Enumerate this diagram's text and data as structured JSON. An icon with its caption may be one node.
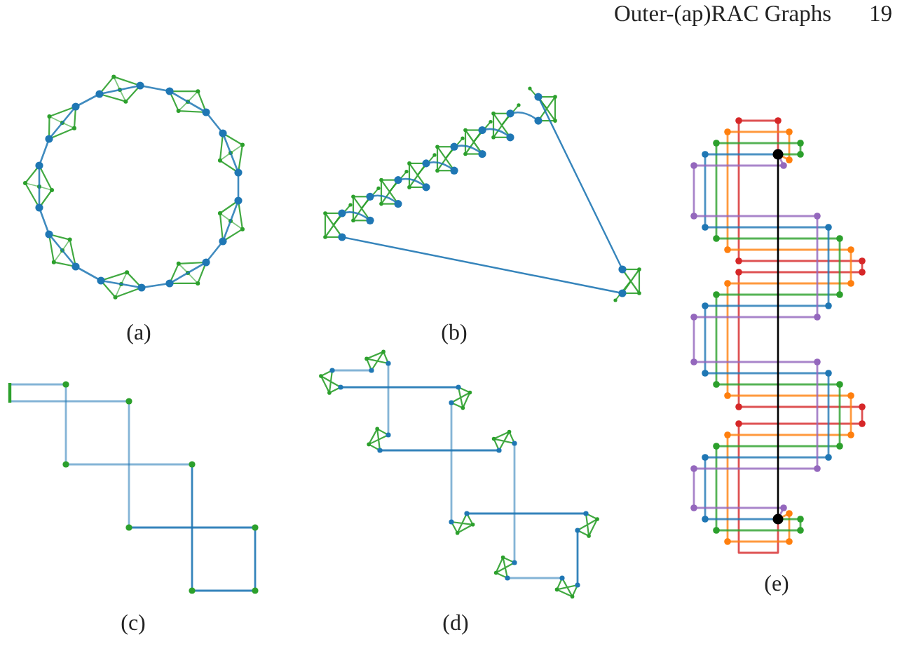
{
  "diagram": {
    "labels": [
      "Outer-(ap)RAC Graphs",
      "19",
      "(a)",
      "(b)",
      "(c)",
      "(d)",
      "(e)"
    ]
  }
}
